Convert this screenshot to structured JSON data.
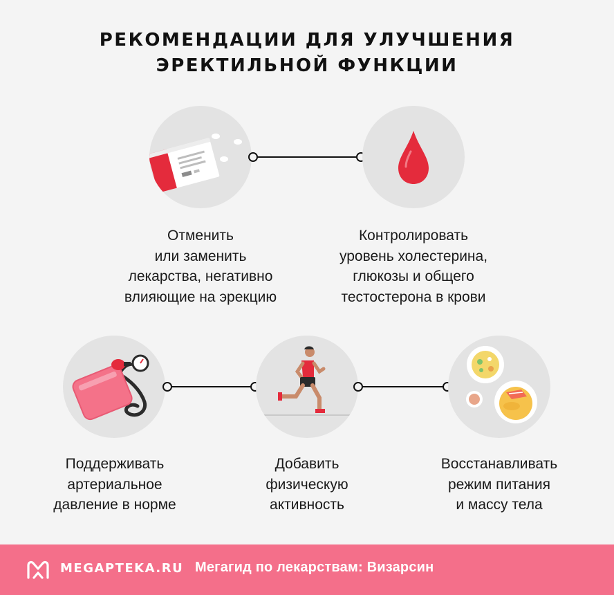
{
  "title": {
    "line1": "РЕКОМЕНДАЦИИ ДЛЯ УЛУЧШЕНИЯ",
    "line2": "ЭРЕКТИЛЬНОЙ ФУНКЦИИ"
  },
  "items": [
    {
      "icon": "pills-package-icon",
      "lines": [
        "Отменить",
        "или заменить",
        "лекарства, негативно",
        "влияющие на эрекцию"
      ]
    },
    {
      "icon": "blood-drop-icon",
      "lines": [
        "Контролировать",
        "уровень холестерина,",
        "глюкозы и общего",
        "тестостерона в крови"
      ]
    },
    {
      "icon": "blood-pressure-monitor-icon",
      "lines": [
        "Поддерживать",
        "артериальное",
        "давление в норме"
      ]
    },
    {
      "icon": "runner-icon",
      "lines": [
        "Добавить",
        "физическую",
        "активность"
      ]
    },
    {
      "icon": "healthy-food-icon",
      "lines": [
        "Восстанавливать",
        "режим питания",
        "и массу тела"
      ]
    }
  ],
  "colors": {
    "accent": "#f46f8a",
    "red": "#e42b3c",
    "circle": "#e3e3e3",
    "background": "#f4f4f4"
  },
  "footer": {
    "logo_icon": "megapteka-logo-icon",
    "brand": "MEGAPTEKA.RU",
    "tagline": "Мегагид по лекарствам: Визарсин"
  }
}
